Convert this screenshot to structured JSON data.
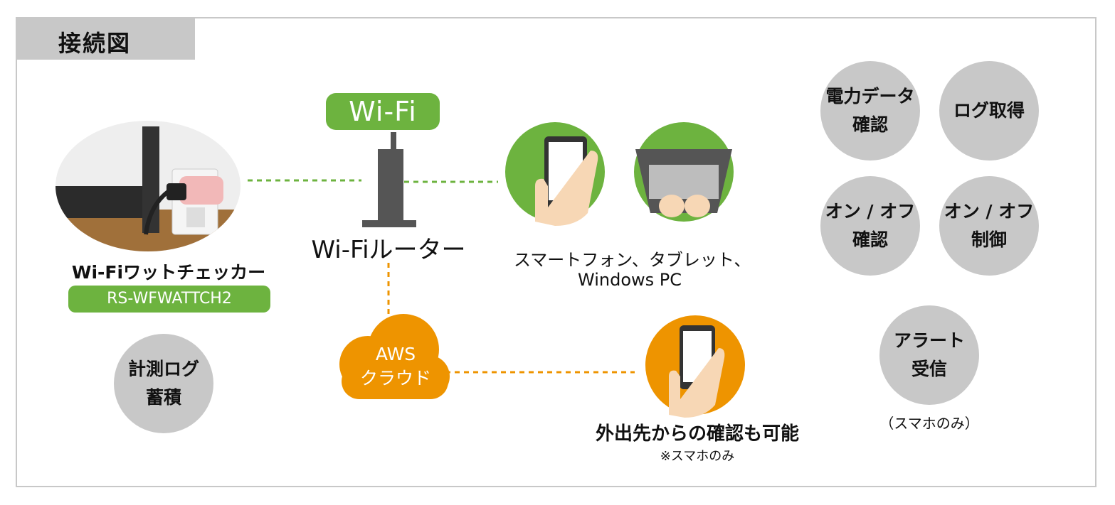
{
  "title": "接続図",
  "wifi_badge": "Wi-Fi",
  "router_label": "Wi-Fiルーター",
  "device": {
    "name": "Wi-Fiワットチェッカー",
    "model": "RS-WFWATTCH2"
  },
  "local_function": "計測ログ\n蓄積",
  "cloud_label": "AWS\nクラウド",
  "clients_label_1": "スマートフォン、タブレット、",
  "clients_label_2": "Windows PC",
  "remote": {
    "title": "外出先からの確認も可能",
    "note": "※スマホのみ"
  },
  "features": [
    {
      "label": "電力データ\n確認"
    },
    {
      "label": "ログ取得"
    },
    {
      "label": "オン / オフ\n確認"
    },
    {
      "label": "オン / オフ\n制御"
    },
    {
      "label": "アラート\n受信"
    }
  ],
  "alert_note": "（スマホのみ）",
  "colors": {
    "green": "#6db33f",
    "orange": "#ee9400",
    "gray": "#c8c8c8",
    "router": "#555555"
  }
}
